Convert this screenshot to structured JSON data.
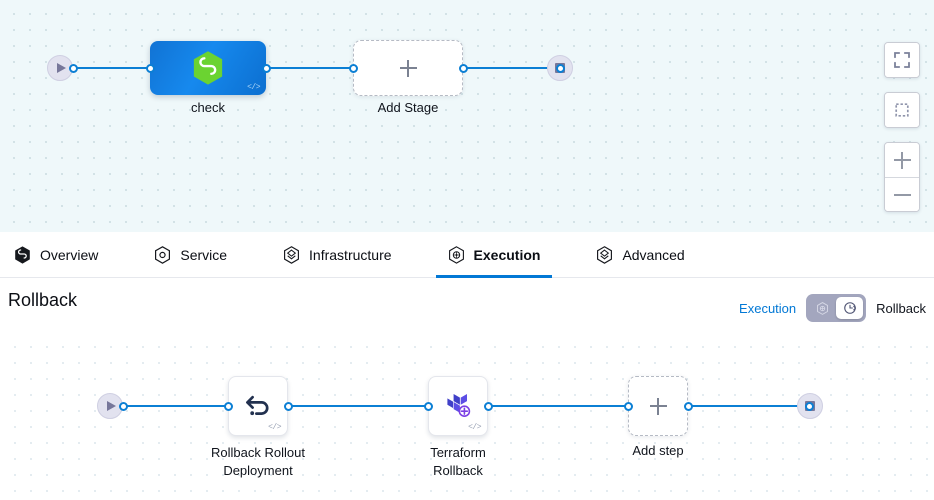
{
  "theme": {
    "accent_blue": "#0278d5",
    "edge_blue": "#0b7fd4",
    "stage_node_blue": "#1173d4",
    "harness_green": "#6bd331",
    "terraform_purple": "#5c4ee5",
    "terminal_lavender": "#e2e2ef",
    "canvas_top_bg": "#eff8fa",
    "canvas_bottom_bg": "#ffffff"
  },
  "stage_graph": {
    "start_node": {
      "icon": "play-icon"
    },
    "end_node": {
      "icon": "stop-icon"
    },
    "nodes": [
      {
        "id": "check",
        "label": "check",
        "icon": "harness-hexagon-icon",
        "badge": "</>"
      }
    ],
    "add_stage": {
      "label": "Add Stage",
      "icon": "plus-icon"
    },
    "tools": [
      {
        "name": "fit-to-screen-button",
        "icon": "expand-icon"
      },
      {
        "name": "selection-box-button",
        "icon": "dashed-square-icon"
      },
      {
        "name": "zoom-in-button",
        "icon": "plus-icon"
      },
      {
        "name": "zoom-out-button",
        "icon": "minus-icon"
      }
    ]
  },
  "tabs": [
    {
      "id": "overview",
      "label": "Overview",
      "icon": "harness-hexagon-icon",
      "active": false
    },
    {
      "id": "service",
      "label": "Service",
      "icon": "service-hexagon-icon",
      "active": false
    },
    {
      "id": "infrastructure",
      "label": "Infrastructure",
      "icon": "infrastructure-layers-icon",
      "active": false
    },
    {
      "id": "execution",
      "label": "Execution",
      "icon": "execution-icon",
      "active": true
    },
    {
      "id": "advanced",
      "label": "Advanced",
      "icon": "advanced-layers-icon",
      "active": false
    }
  ],
  "section": {
    "title": "Rollback",
    "mode_left_label": "Execution",
    "mode_right_label": "Rollback",
    "selected_mode": "Rollback",
    "left_icon": "execution-icon",
    "right_icon": "rollback-clock-icon"
  },
  "step_graph": {
    "start_node": {
      "icon": "play-icon"
    },
    "end_node": {
      "icon": "stop-icon"
    },
    "nodes": [
      {
        "id": "rollback-rollout-deployment",
        "label": "Rollback Rollout\nDeployment",
        "icon": "undo-arrow-icon",
        "badge": "</>"
      },
      {
        "id": "terraform-rollback",
        "label": "Terraform\nRollback",
        "icon": "terraform-icon",
        "badge": "</>"
      }
    ],
    "add_step": {
      "label": "Add step",
      "icon": "plus-icon"
    }
  }
}
